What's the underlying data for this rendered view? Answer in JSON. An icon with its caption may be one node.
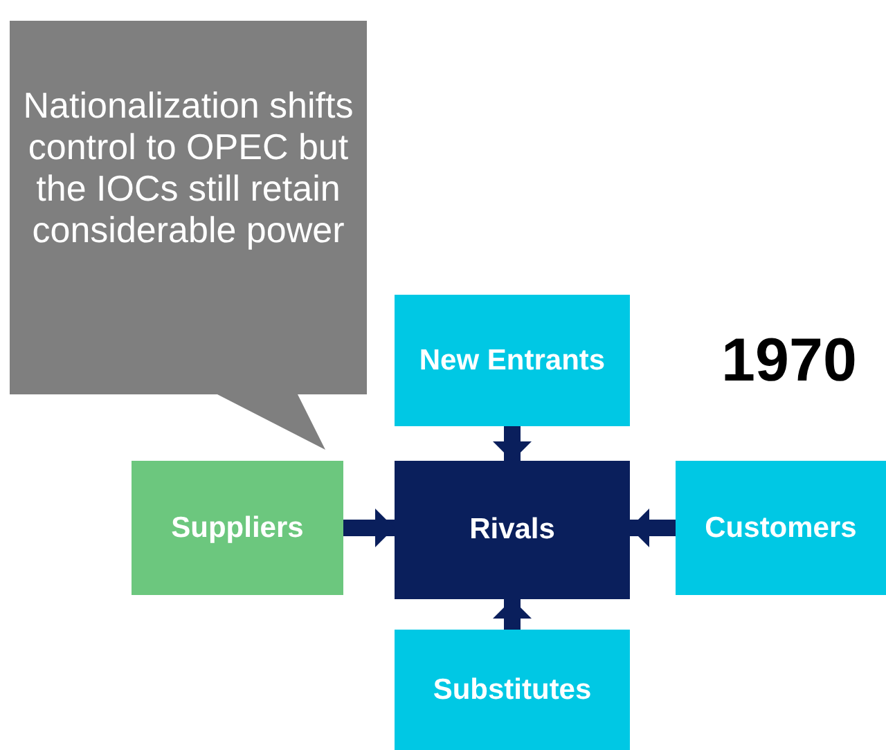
{
  "diagram": {
    "nodes": [
      {
        "text": [
          "Nationalization shifts control to OPEC but the IOCs still retain considerable power"
        ]
      },
      {
        "text": [
          "New Entrants"
        ]
      },
      {
        "text": [
          "Suppliers"
        ]
      },
      {
        "text": [
          "Rivals"
        ]
      },
      {
        "text": [
          "Customers"
        ]
      },
      {
        "text": [
          "Substitutes"
        ]
      }
    ],
    "edges": [
      {
        "from": 1,
        "to": 3,
        "arrow": "to"
      },
      {
        "from": 2,
        "to": 3,
        "arrow": "to"
      },
      {
        "from": 4,
        "to": 3,
        "arrow": "to"
      },
      {
        "from": 5,
        "to": 3,
        "arrow": "to"
      }
    ],
    "labels": [
      "1970"
    ]
  }
}
